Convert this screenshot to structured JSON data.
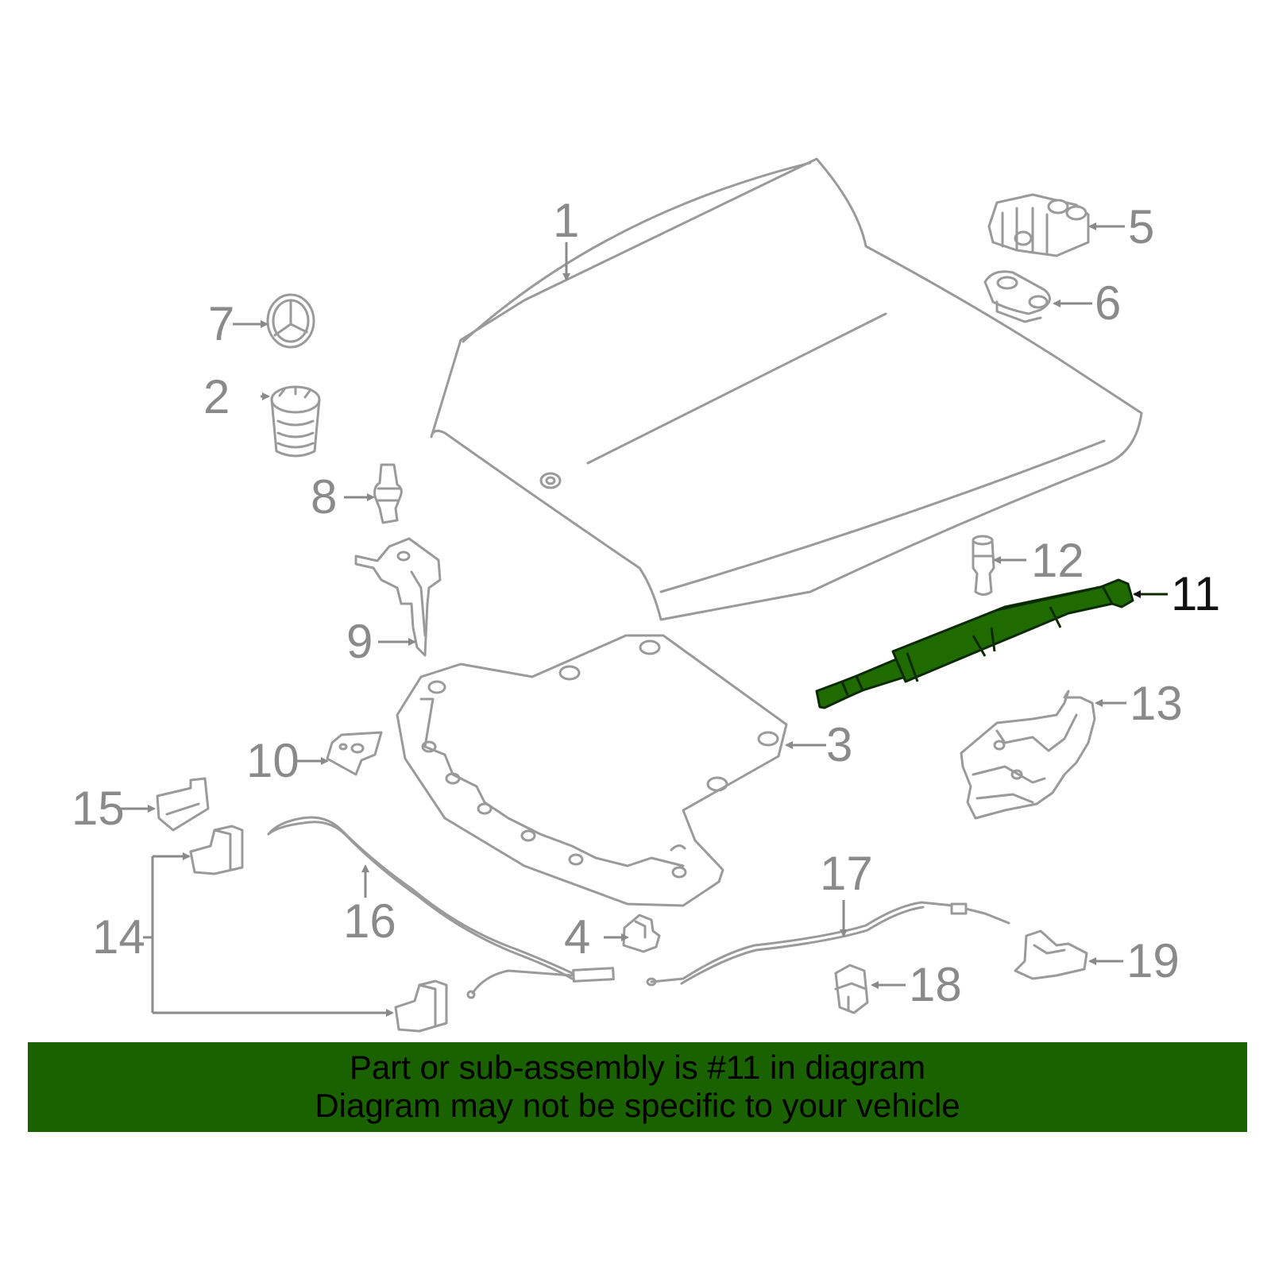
{
  "diagram": {
    "callouts": [
      "1",
      "2",
      "3",
      "4",
      "5",
      "6",
      "7",
      "8",
      "9",
      "10",
      "11",
      "12",
      "13",
      "14",
      "15",
      "16",
      "17",
      "18",
      "19"
    ],
    "highlighted_part": "11",
    "highlight_color": "#1f6b00",
    "line_color": "#9a9a9a"
  },
  "banner": {
    "line1": "Part or sub-assembly is #11 in diagram",
    "line2": "Diagram may not be specific to your vehicle",
    "background": "#1a6100"
  }
}
